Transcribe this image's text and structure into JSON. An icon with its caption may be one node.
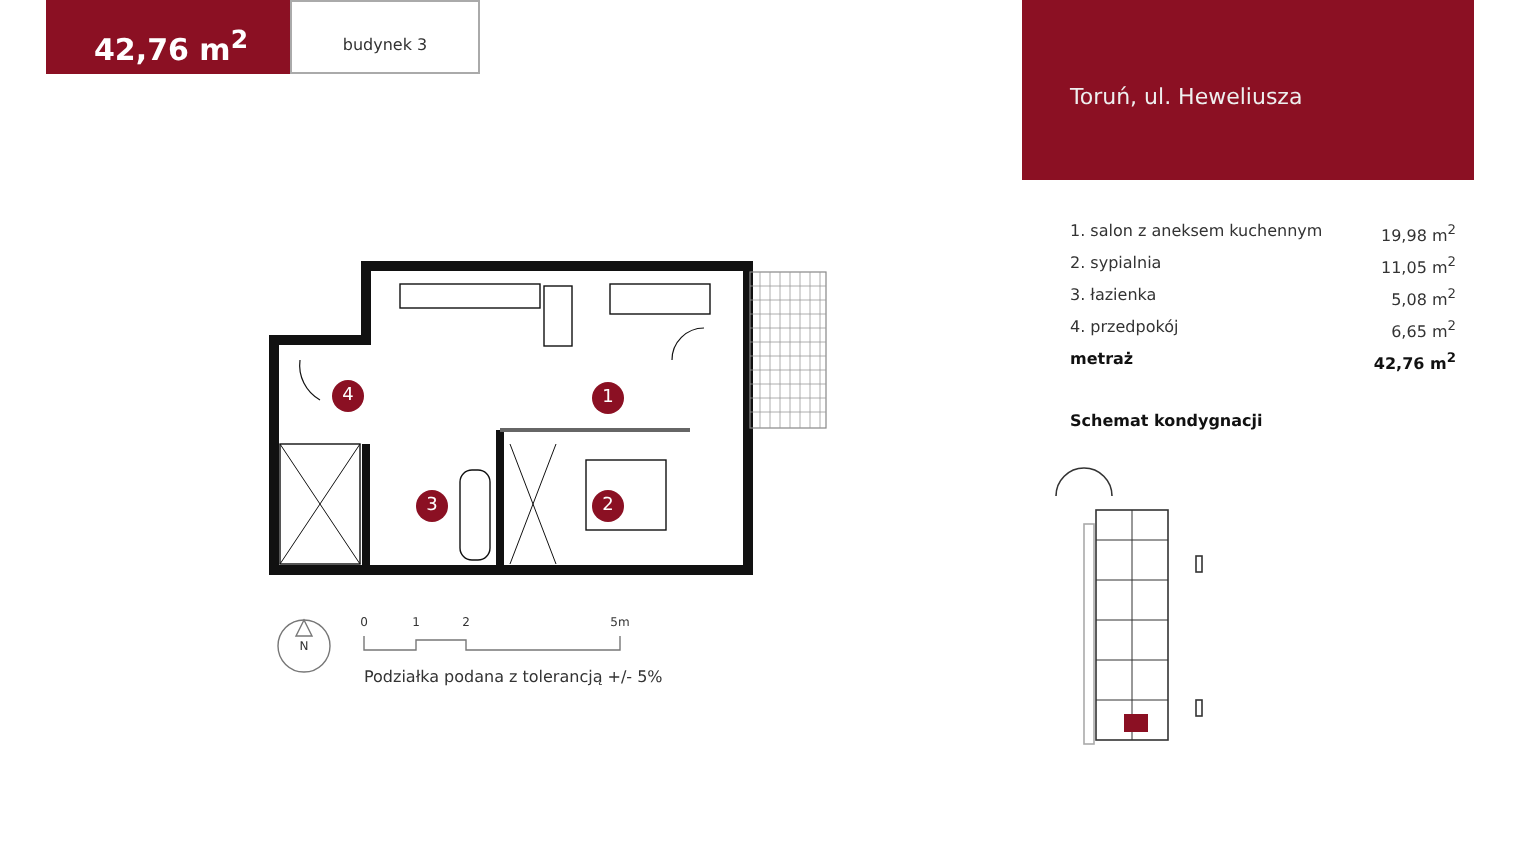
{
  "diagram": {
    "nodes": [
      {
        "text": [
          "42,76 m$^{2}$"
        ]
      },
      {
        "text": [
          "budynek 3"
        ]
      },
      {
        "text": [
          "Toruń, ul. Heweliusza"
        ]
      },
      {
        "text": [
          "1"
        ]
      },
      {
        "text": [
          "2"
        ]
      },
      {
        "text": [
          "3"
        ]
      },
      {
        "text": [
          "4"
        ]
      }
    ],
    "edges": [],
    "labels": [
      "1. salon z aneksem kuchennym",
      "19,98 m$^{2}$",
      "2. sypialnia",
      "11,05 m$^{2}$",
      "3. łazienka",
      "5,08 m$^{2}$",
      "4. przedpokój",
      "6,65 m$^{2}$",
      "metraż",
      "42,76 m$^{2}$",
      "Schemat kondygnacji",
      "N",
      "0",
      "1",
      "2",
      "5m",
      "Podziałka podana z tolerancją +/- 5%"
    ]
  }
}
